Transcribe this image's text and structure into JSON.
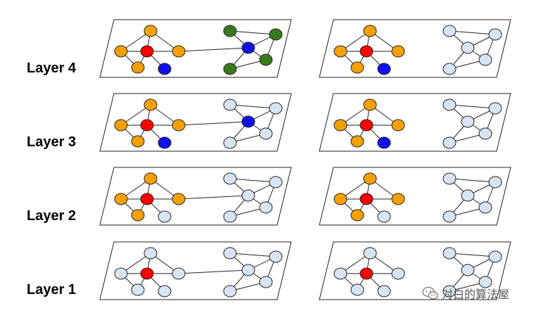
{
  "layer_labels": [
    "Layer 4",
    "Layer 3",
    "Layer 2",
    "Layer 1"
  ],
  "watermark": {
    "text": "对白的算法屋",
    "icon": "wechat-icon"
  },
  "colors": {
    "orange": "#f5a000",
    "red": "#ff0000",
    "blue": "#1010ee",
    "green": "#3a7a1c",
    "light": "#d6e4f4",
    "stroke": "#222222"
  },
  "graph": {
    "nodes": [
      "a",
      "b",
      "c",
      "d",
      "e",
      "f",
      "g",
      "h",
      "i",
      "j",
      "k",
      "l",
      "m"
    ],
    "edges": [
      [
        "a",
        "b"
      ],
      [
        "a",
        "d"
      ],
      [
        "a",
        "c"
      ],
      [
        "b",
        "c"
      ],
      [
        "c",
        "d"
      ],
      [
        "b",
        "e"
      ],
      [
        "c",
        "f"
      ],
      [
        "e",
        "f"
      ],
      [
        "d",
        "i"
      ],
      [
        "h",
        "i"
      ],
      [
        "i",
        "k"
      ],
      [
        "h",
        "j"
      ],
      [
        "i",
        "j"
      ],
      [
        "j",
        "m"
      ],
      [
        "k",
        "m"
      ],
      [
        "l",
        "m"
      ],
      [
        "i",
        "l"
      ]
    ]
  },
  "panels": [
    {
      "name": "layer4-left",
      "colors": {
        "a": "orange",
        "b": "orange",
        "c": "red",
        "d": "orange",
        "e": "orange",
        "f": "orange",
        "g": "blue",
        "h": "green",
        "i": "blue",
        "j": "green",
        "k": "green",
        "l": "green",
        "m": "green"
      }
    },
    {
      "name": "layer4-right",
      "colors": {
        "a": "orange",
        "b": "orange",
        "c": "red",
        "d": "orange",
        "e": "orange",
        "f": "orange",
        "g": "blue",
        "h": "light",
        "i": "light",
        "j": "light",
        "k": "light",
        "l": "light",
        "m": "light"
      }
    },
    {
      "name": "layer3-left",
      "colors": {
        "a": "orange",
        "b": "orange",
        "c": "red",
        "d": "orange",
        "e": "orange",
        "f": "orange",
        "g": "blue",
        "h": "light",
        "i": "blue",
        "j": "light",
        "k": "light",
        "l": "light",
        "m": "light"
      }
    },
    {
      "name": "layer3-right",
      "colors": {
        "a": "orange",
        "b": "orange",
        "c": "red",
        "d": "orange",
        "e": "orange",
        "f": "orange",
        "g": "blue",
        "h": "light",
        "i": "light",
        "j": "light",
        "k": "light",
        "l": "light",
        "m": "light"
      }
    },
    {
      "name": "layer2-left",
      "colors": {
        "a": "orange",
        "b": "orange",
        "c": "red",
        "d": "orange",
        "e": "orange",
        "f": "orange",
        "g": "light",
        "h": "light",
        "i": "light",
        "j": "light",
        "k": "light",
        "l": "light",
        "m": "light"
      }
    },
    {
      "name": "layer2-right",
      "colors": {
        "a": "orange",
        "b": "orange",
        "c": "red",
        "d": "orange",
        "e": "orange",
        "f": "orange",
        "g": "light",
        "h": "light",
        "i": "light",
        "j": "light",
        "k": "light",
        "l": "light",
        "m": "light"
      }
    },
    {
      "name": "layer1-left",
      "colors": {
        "a": "light",
        "b": "light",
        "c": "red",
        "d": "light",
        "e": "light",
        "f": "light",
        "g": "light",
        "h": "light",
        "i": "light",
        "j": "light",
        "k": "light",
        "l": "light",
        "m": "light"
      }
    },
    {
      "name": "layer1-right",
      "colors": {
        "a": "light",
        "b": "light",
        "c": "red",
        "d": "light",
        "e": "light",
        "f": "light",
        "g": "light",
        "h": "light",
        "i": "light",
        "j": "light",
        "k": "light",
        "l": "light",
        "m": "light"
      }
    }
  ]
}
